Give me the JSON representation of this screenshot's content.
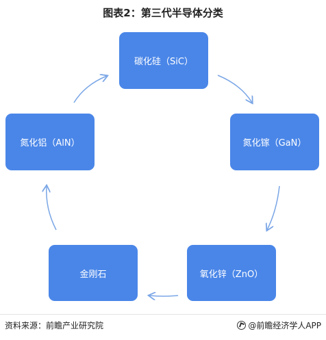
{
  "title": "图表2：第三代半导体分类",
  "nodes": {
    "sic": "碳化硅（SiC）",
    "gan": "氮化镓（GaN）",
    "zno": "氧化锌（ZnO）",
    "diamond": "金刚石",
    "aln": "氮化铝（AlN）"
  },
  "footer": {
    "source": "资料来源：前瞻产业研究院",
    "brand": "@前瞻经济学人APP"
  },
  "colors": {
    "node_fill": "#4a86e8",
    "arrow": "#7aa6e6"
  },
  "icons": {
    "brand_logo": "qianzhan-logo-icon"
  }
}
